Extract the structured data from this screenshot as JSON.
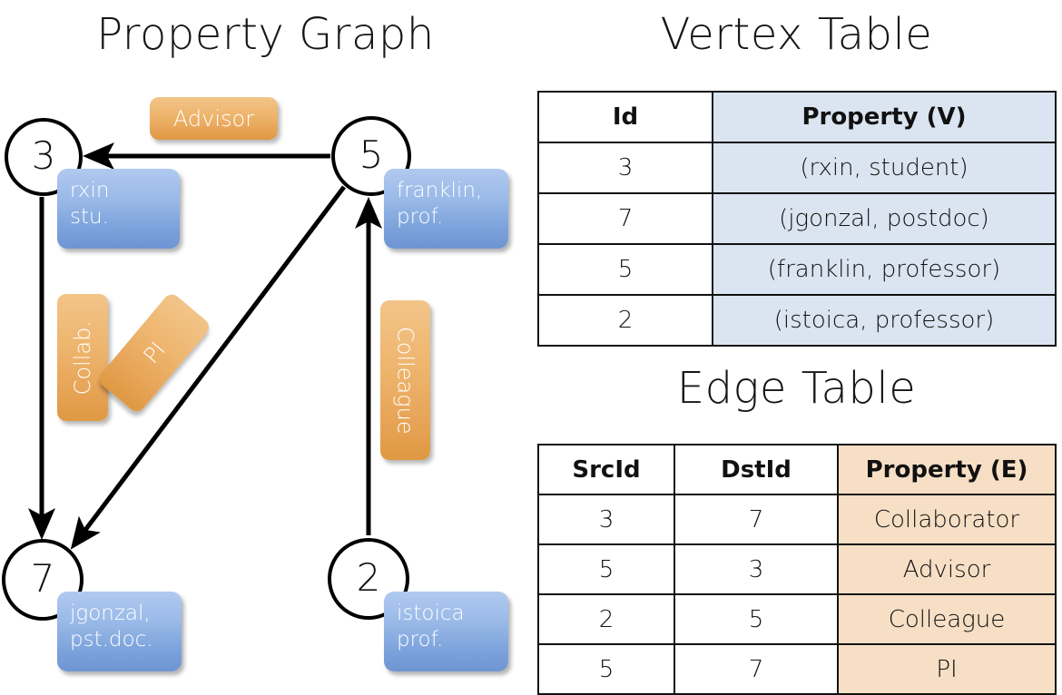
{
  "titles": {
    "property_graph": "Property Graph",
    "vertex_table": "Vertex Table",
    "edge_table": "Edge Table"
  },
  "colors": {
    "vertex_property_fill": "#dbe5f1",
    "edge_property_fill": "#f6dfc5",
    "node_box_blue": "#7ba2db",
    "edge_label_orange": "#e6a254",
    "stroke": "#111111",
    "background": "#ffffff"
  },
  "graph": {
    "vertices": [
      {
        "id": "3",
        "property_line1": "rxin",
        "property_line2": "stu."
      },
      {
        "id": "5",
        "property_line1": "franklin,",
        "property_line2": "prof."
      },
      {
        "id": "7",
        "property_line1": "jgonzal,",
        "property_line2": "pst.doc."
      },
      {
        "id": "2",
        "property_line1": "istoica",
        "property_line2": "prof."
      }
    ],
    "edge_labels": [
      {
        "name": "advisor",
        "text": "Advisor",
        "orientation": "horizontal"
      },
      {
        "name": "collab",
        "text": "Collab.",
        "orientation": "vertical-up"
      },
      {
        "name": "pi",
        "text": "PI",
        "orientation": "rotated"
      },
      {
        "name": "colleague",
        "text": "Colleague",
        "orientation": "vertical-down"
      }
    ],
    "edges": [
      {
        "from": "5",
        "to": "3",
        "label": "Advisor"
      },
      {
        "from": "3",
        "to": "7",
        "label": "Collab."
      },
      {
        "from": "5",
        "to": "7",
        "label": "PI"
      },
      {
        "from": "2",
        "to": "5",
        "label": "Colleague"
      }
    ]
  },
  "vertex_table": {
    "headers": [
      "Id",
      "Property (V)"
    ],
    "rows": [
      {
        "id": "3",
        "property": "(rxin, student)"
      },
      {
        "id": "7",
        "property": "(jgonzal, postdoc)"
      },
      {
        "id": "5",
        "property": "(franklin, professor)"
      },
      {
        "id": "2",
        "property": "(istoica, professor)"
      }
    ]
  },
  "edge_table": {
    "headers": [
      "SrcId",
      "DstId",
      "Property (E)"
    ],
    "rows": [
      {
        "src": "3",
        "dst": "7",
        "property": "Collaborator"
      },
      {
        "src": "5",
        "dst": "3",
        "property": "Advisor"
      },
      {
        "src": "2",
        "dst": "5",
        "property": "Colleague"
      },
      {
        "src": "5",
        "dst": "7",
        "property": "PI"
      }
    ]
  }
}
